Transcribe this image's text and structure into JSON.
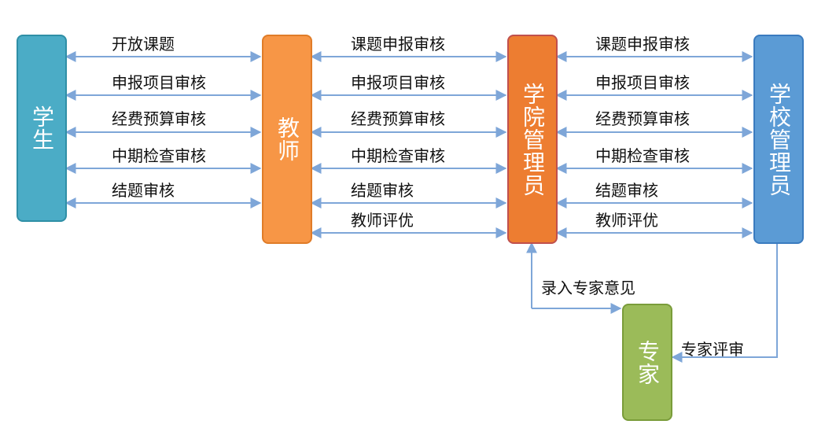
{
  "nodes": {
    "student": {
      "label": "学生",
      "color": "#4bacc6",
      "border": "#2f8fa6"
    },
    "teacher": {
      "label": "教师",
      "color": "#f79646",
      "border": "#e07c28"
    },
    "college_admin": {
      "label": "学院管理员",
      "color": "#ed7d31",
      "border": "#c0504d"
    },
    "school_admin": {
      "label": "学校管理员",
      "color": "#5b9bd5",
      "border": "#3a7bbf"
    },
    "expert": {
      "label": "专家",
      "color": "#9bbb59",
      "border": "#7a9c3a"
    }
  },
  "edges": {
    "student_teacher": [
      "开放课题",
      "申报项目审核",
      "经费预算审核",
      "中期检查审核",
      "结题审核"
    ],
    "teacher_college": [
      "课题申报审核",
      "申报项目审核",
      "经费预算审核",
      "中期检查审核",
      "结题审核",
      "教师评优"
    ],
    "college_school": [
      "课题申报审核",
      "申报项目审核",
      "经费预算审核",
      "中期检查审核",
      "结题审核",
      "教师评优"
    ],
    "college_expert": "录入专家意见",
    "school_expert": "专家评审"
  },
  "colors": {
    "connector": "#7ea6d8"
  }
}
